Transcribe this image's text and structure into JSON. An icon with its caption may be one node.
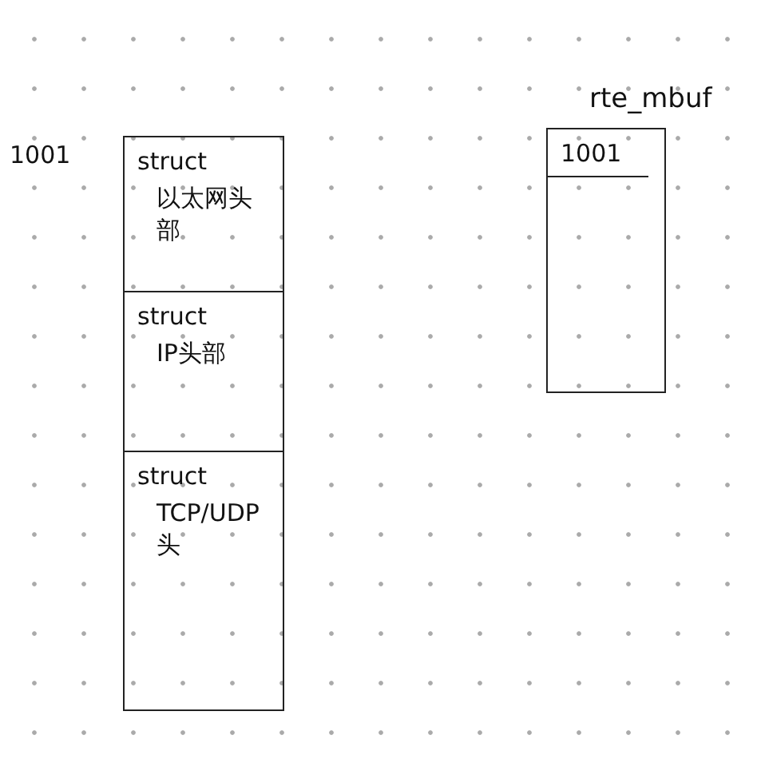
{
  "diagram": {
    "nodes": [
      {
        "text": [
          "struct",
          "以太网头部"
        ]
      },
      {
        "text": [
          "struct",
          "IP头部"
        ]
      },
      {
        "text": [
          "struct",
          "TCP/UDP头"
        ]
      },
      {
        "text": [
          "rte_mbuf",
          "1001"
        ]
      }
    ],
    "labels": [
      "1001"
    ]
  }
}
